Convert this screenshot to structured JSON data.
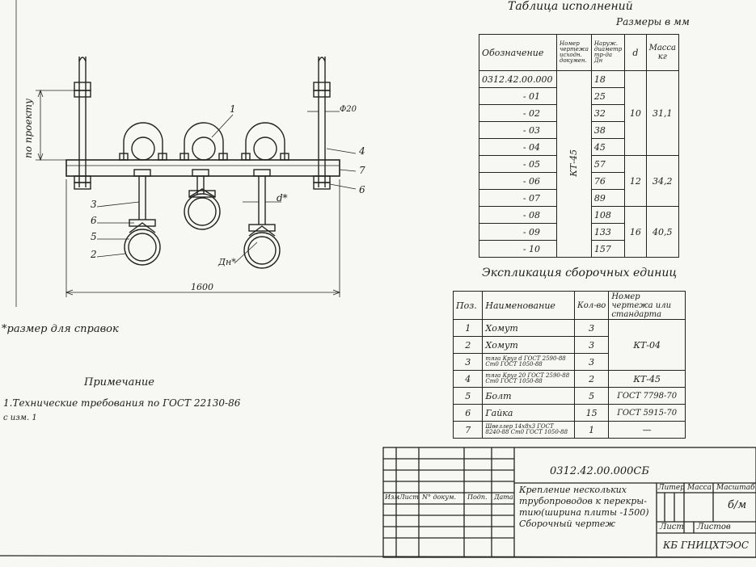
{
  "drawing": {
    "dim_po_proektu": "по проекту",
    "dim_phi20": "Ф20",
    "dim_1600": "1600",
    "dim_d": "d*",
    "dim_Dn": "Дн*",
    "callouts": [
      "1",
      "4",
      "7",
      "6",
      "3",
      "6",
      "5",
      "2"
    ]
  },
  "notes": {
    "footnote": "*размер для справок",
    "title": "Примечание",
    "line1": "1.Технические требования по ГОСТ 22130-86",
    "line2": "с изм. 1"
  },
  "variants": {
    "title": "Таблица исполнений",
    "units": "Размеры в мм",
    "headers": [
      "Обозначение",
      "Номер чертежа исходн. докумен.",
      "Наруж. диаметр тр-да Дн",
      "d",
      "Масса кг"
    ],
    "rows": [
      {
        "name": "0312.42.00.000",
        "dn": "18"
      },
      {
        "name": "- 01",
        "dn": "25"
      },
      {
        "name": "- 02",
        "dn": "32"
      },
      {
        "name": "- 03",
        "dn": "38"
      },
      {
        "name": "- 04",
        "dn": "45"
      },
      {
        "name": "- 05",
        "dn": "57"
      },
      {
        "name": "- 06",
        "dn": "76"
      },
      {
        "name": "- 07",
        "dn": "89"
      },
      {
        "name": "- 08",
        "dn": "108"
      },
      {
        "name": "- 09",
        "dn": "133"
      },
      {
        "name": "- 10",
        "dn": "157"
      }
    ],
    "doc": "КТ-45",
    "d_groups": [
      "10",
      "12",
      "16"
    ],
    "mass_groups": [
      "31,1",
      "34,2",
      "40,5"
    ]
  },
  "assembly": {
    "title": "Экспликация сборочных единиц",
    "headers": [
      "Поз.",
      "Наименование",
      "Кол-во",
      "Номер чертежа или стандарта"
    ],
    "rows": [
      {
        "pos": "1",
        "name": "Хомут",
        "qty": "3"
      },
      {
        "pos": "2",
        "name": "Хомут",
        "qty": "3"
      },
      {
        "pos": "3",
        "name": "тяга Круг d ГОСТ 2590-88 Ст0 ГОСТ 1050-88",
        "qty": "3"
      },
      {
        "pos": "4",
        "name": "тяга Круг 20 ГОСТ 2590-88 Ст0 ГОСТ 1050-88",
        "qty": "2"
      },
      {
        "pos": "5",
        "name": "Болт",
        "qty": "5"
      },
      {
        "pos": "6",
        "name": "Гайка",
        "qty": "15"
      },
      {
        "pos": "7",
        "name": "Швеллер 14х8х3 ГОСТ 8240-88 Ст0 ГОСТ 1050-88",
        "qty": "1"
      }
    ],
    "std_kt04": "КТ-04",
    "std_kt45": "КТ-45",
    "std_bolt": "ГОСТ 7798-70",
    "std_nut": "ГОСТ 5915-70",
    "std_dash": "—"
  },
  "title_block": {
    "code": "0312.42.00.000СБ",
    "name_l1": "Крепление нескольких",
    "name_l2": "трубопроводов к перекры-",
    "name_l3": "тию(ширина плиты -1500)",
    "name_l4": "Сборочный чертеж",
    "col_izm": "Изм",
    "col_list": "Лист",
    "col_doc": "N° докум.",
    "col_podp": "Подп.",
    "col_data": "Дата",
    "liter": "Литер",
    "massa": "Масса",
    "masshtab": "Масштаб",
    "scale": "б/м",
    "list": "Лист",
    "listov": "Листов",
    "org": "КБ ГНИЦХТЭОС"
  }
}
